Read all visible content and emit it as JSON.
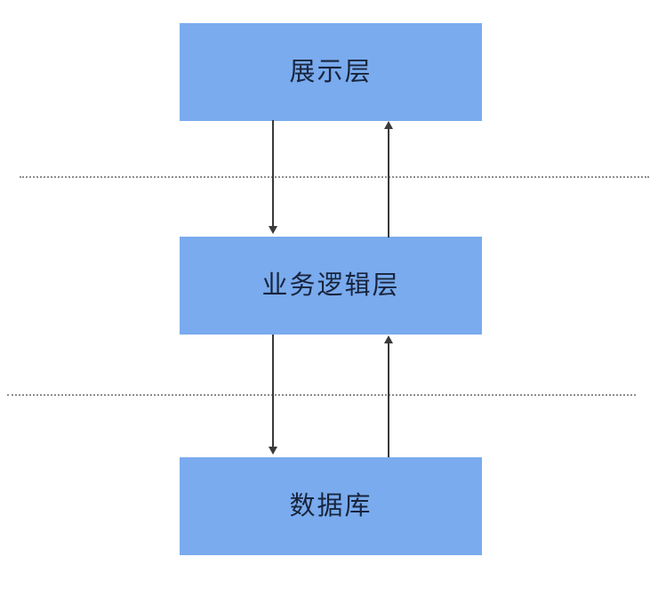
{
  "diagram": {
    "type": "three-tier-architecture",
    "background_color": "#ffffff",
    "box_color": "#7aabee",
    "line_color": "#3a3a3a",
    "separator_color": "#8e8e8e",
    "layers": [
      {
        "id": "presentation",
        "label": "展示层"
      },
      {
        "id": "business",
        "label": "业务逻辑层"
      },
      {
        "id": "database",
        "label": "数据库"
      }
    ],
    "connections": [
      {
        "id": "presentation-to-business",
        "direction": "down",
        "from": "presentation",
        "to": "business"
      },
      {
        "id": "business-to-presentation",
        "direction": "up",
        "from": "business",
        "to": "presentation"
      },
      {
        "id": "business-to-database",
        "direction": "down",
        "from": "business",
        "to": "database"
      },
      {
        "id": "database-to-business",
        "direction": "up",
        "from": "database",
        "to": "business"
      }
    ],
    "separators": [
      {
        "id": "separator-top",
        "style": "dotted"
      },
      {
        "id": "separator-bottom",
        "style": "dotted"
      }
    ]
  }
}
